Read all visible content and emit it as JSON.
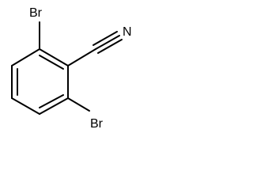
{
  "molecule": {
    "atoms": {
      "bromine_top": "Br",
      "nitrogen": "N",
      "bromine_bottom": "Br"
    }
  }
}
